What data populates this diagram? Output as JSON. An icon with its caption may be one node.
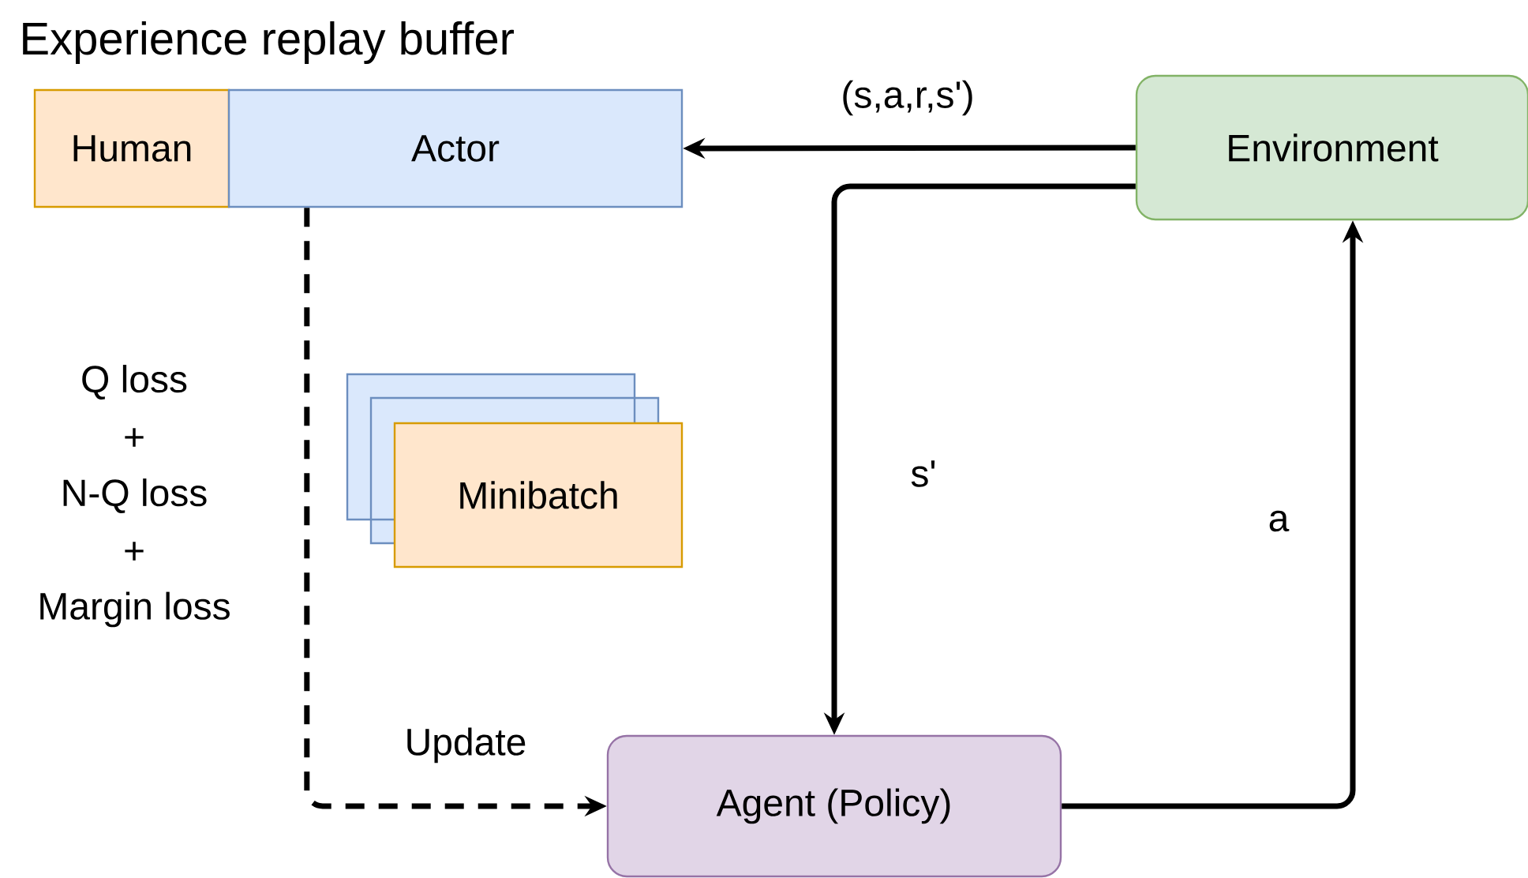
{
  "diagram": {
    "title": "Experience replay buffer",
    "nodes": [
      {
        "text": [
          "Human"
        ]
      },
      {
        "text": [
          "Actor"
        ]
      },
      {
        "text": [
          "Environment"
        ]
      },
      {
        "text": [
          "Minibatch"
        ]
      },
      {
        "text": [
          "Agent (Policy)"
        ]
      }
    ],
    "edges": [
      {
        "from": 2,
        "to": 1,
        "arrow": "to",
        "label": "(s,a,r,s')"
      },
      {
        "from": 2,
        "to": 4,
        "arrow": "to",
        "label": "s'"
      },
      {
        "from": 4,
        "to": 2,
        "arrow": "to",
        "label": "a"
      },
      {
        "from": 1,
        "to": 4,
        "arrow": "to",
        "label": "Update",
        "style": "dashed"
      }
    ],
    "labels": [
      "Q loss",
      "+",
      "N-Q loss",
      "+",
      "Margin loss"
    ]
  }
}
